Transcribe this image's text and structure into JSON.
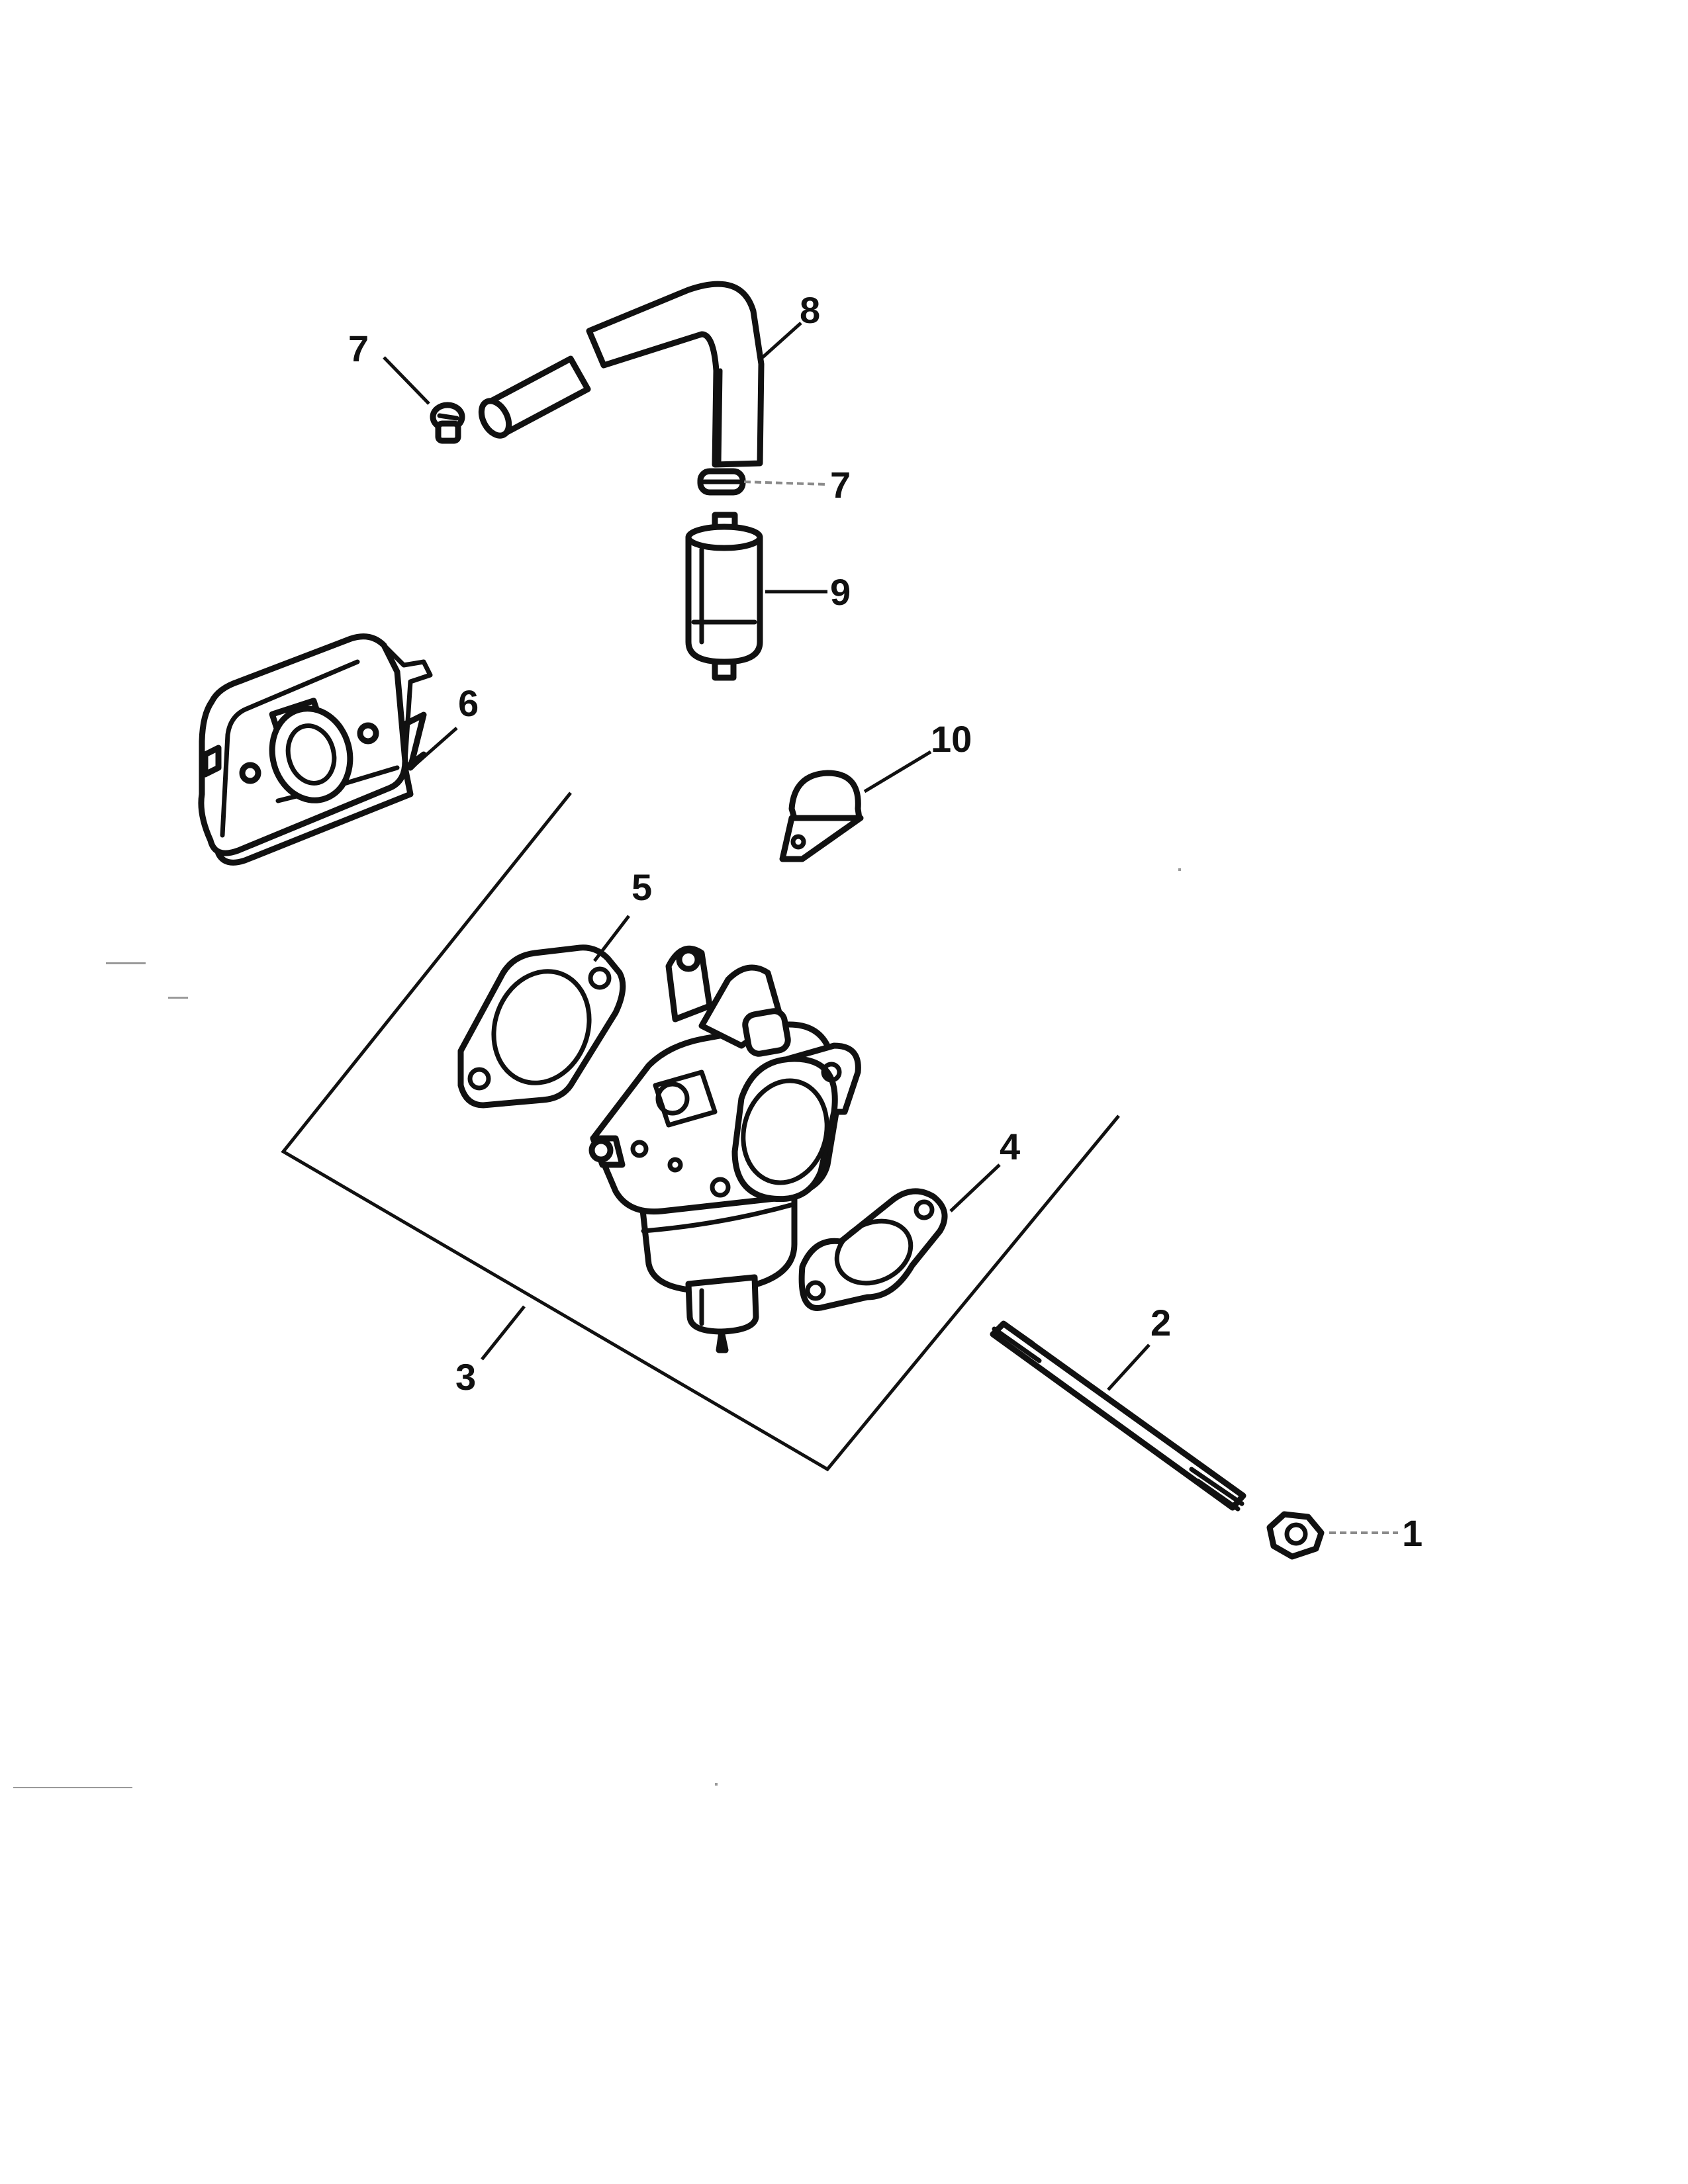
{
  "callouts": {
    "c1": "1",
    "c2": "2",
    "c3": "3",
    "c4": "4",
    "c5": "5",
    "c6": "6",
    "c7a": "7",
    "c7b": "7",
    "c8": "8",
    "c9": "9",
    "c10": "10"
  },
  "colors": {
    "line": "#111111",
    "leader_dashed": "#8a8a8a",
    "background": "#ffffff"
  }
}
